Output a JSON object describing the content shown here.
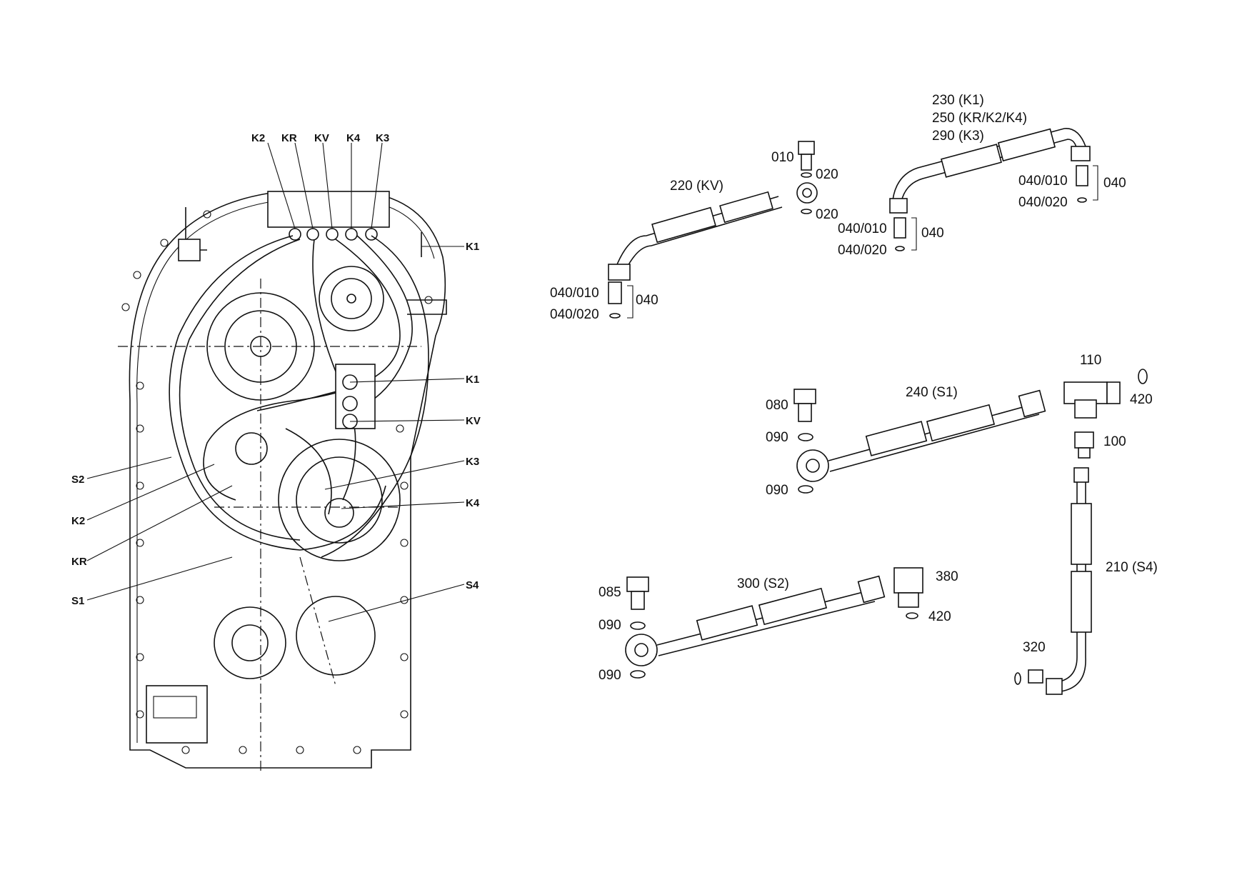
{
  "left_view": {
    "top_labels": [
      "K2",
      "KR",
      "KV",
      "K4",
      "K3"
    ],
    "right_labels": [
      "K1",
      "K1",
      "KV",
      "K3",
      "K4",
      "S4"
    ],
    "left_labels": [
      "S2",
      "K2",
      "KR",
      "S1"
    ]
  },
  "parts": {
    "hose_220": "220 (KV)",
    "p010": "010",
    "p020_a": "020",
    "p020_b": "020",
    "kv_fit_010": "040/010",
    "kv_fit_020": "040/020",
    "kv_fit_040": "040",
    "hose_230": "230 (K1)",
    "hose_250": "250 (KR/K2/K4)",
    "hose_290": "290 (K3)",
    "k1_left_010": "040/010",
    "k1_left_020": "040/020",
    "k1_left_040": "040",
    "k1_right_010": "040/010",
    "k1_right_020": "040/020",
    "k1_right_040": "040",
    "hose_240": "240 (S1)",
    "p080": "080",
    "p090_a": "090",
    "p090_b": "090",
    "p110": "110",
    "p420_a": "420",
    "p100": "100",
    "hose_210": "210 (S4)",
    "hose_300": "300 (S2)",
    "p085": "085",
    "p090_c": "090",
    "p090_d": "090",
    "p380": "380",
    "p420_b": "420",
    "p320": "320"
  }
}
